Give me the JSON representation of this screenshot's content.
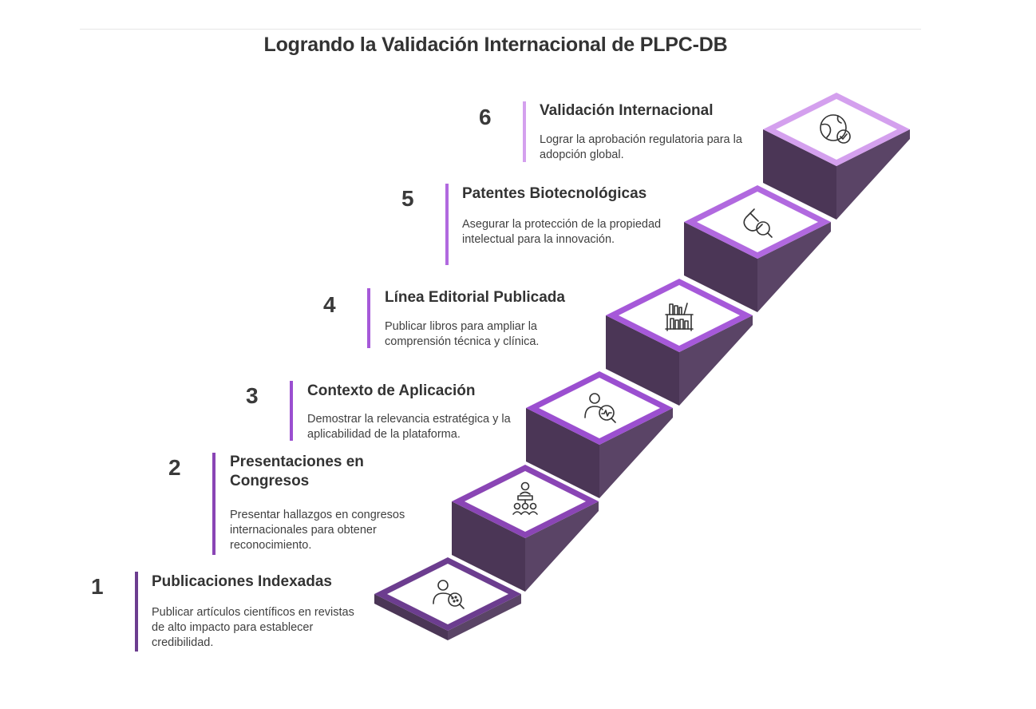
{
  "title": "Logrando la Validación Internacional de PLPC-DB",
  "colors": {
    "riser_dark": "#4b3656",
    "riser_mid": "#5a4466",
    "tread_fill": "#ffffff",
    "icon_stroke": "#333333"
  },
  "steps": [
    {
      "number": "1",
      "title": "Publicaciones Indexadas",
      "description": "Publicar artículos científicos en revistas de alto impacto para establecer credibilidad.",
      "color": "#6c3d8f",
      "icon": "user-search-icon"
    },
    {
      "number": "2",
      "title": "Presentaciones en Congresos",
      "description": "Presentar hallazgos en congresos internacionales para obtener reconocimiento.",
      "color": "#8a45b5",
      "icon": "presenter-audience-icon"
    },
    {
      "number": "3",
      "title": "Contexto de Aplicación",
      "description": "Demostrar la relevancia estratégica y la aplicabilidad de la plataforma.",
      "color": "#9b4fd0",
      "icon": "user-analytics-icon"
    },
    {
      "number": "4",
      "title": "Línea Editorial Publicada",
      "description": "Publicar libros para ampliar la comprensión técnica y clínica.",
      "color": "#a659d9",
      "icon": "bookshelf-icon"
    },
    {
      "number": "5",
      "title": "Patentes Biotecnológicas",
      "description": "Asegurar la protección de la propiedad intelectual para la innovación.",
      "color": "#b169df",
      "icon": "pill-search-icon"
    },
    {
      "number": "6",
      "title": "Validación Internacional",
      "description": "Lograr la aprobación regulatoria para la adopción global.",
      "color": "#d4a0ee",
      "icon": "globe-check-icon"
    }
  ]
}
